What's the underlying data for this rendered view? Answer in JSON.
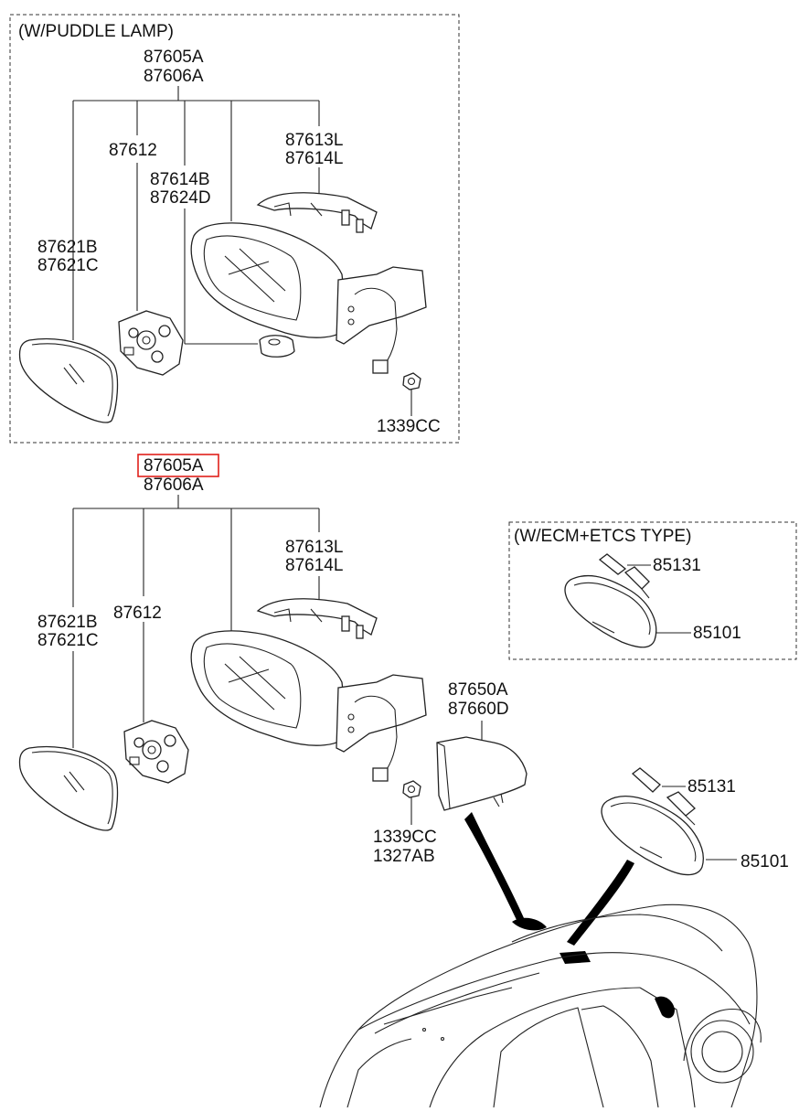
{
  "boxes": {
    "puddle_lamp_title": "(W/PUDDLE LAMP)",
    "ecm_title": "(W/ECM+ETCS TYPE)"
  },
  "top_group": {
    "assy_line1": "87605A",
    "assy_line2": "87606A",
    "glass_line1": "87621B",
    "glass_line2": "87621C",
    "actuator": "87612",
    "lamp_line1": "87614B",
    "lamp_line2": "87624D",
    "cover_line1": "87613L",
    "cover_line2": "87614L",
    "nut": "1339CC"
  },
  "bottom_group": {
    "assy_line1": "87605A",
    "assy_line2": "87606A",
    "glass_line1": "87621B",
    "glass_line2": "87621C",
    "actuator": "87612",
    "cover_line1": "87613L",
    "cover_line2": "87614L",
    "nut_line1": "1339CC",
    "nut_line2": "1327AB",
    "scalp_line1": "87650A",
    "scalp_line2": "87660D"
  },
  "ecm_group": {
    "holder": "85131",
    "mirror": "85101"
  },
  "inside_mirror": {
    "holder": "85131",
    "mirror": "85101"
  },
  "highlight": {
    "color": "#e0201b",
    "part": "87605A"
  }
}
